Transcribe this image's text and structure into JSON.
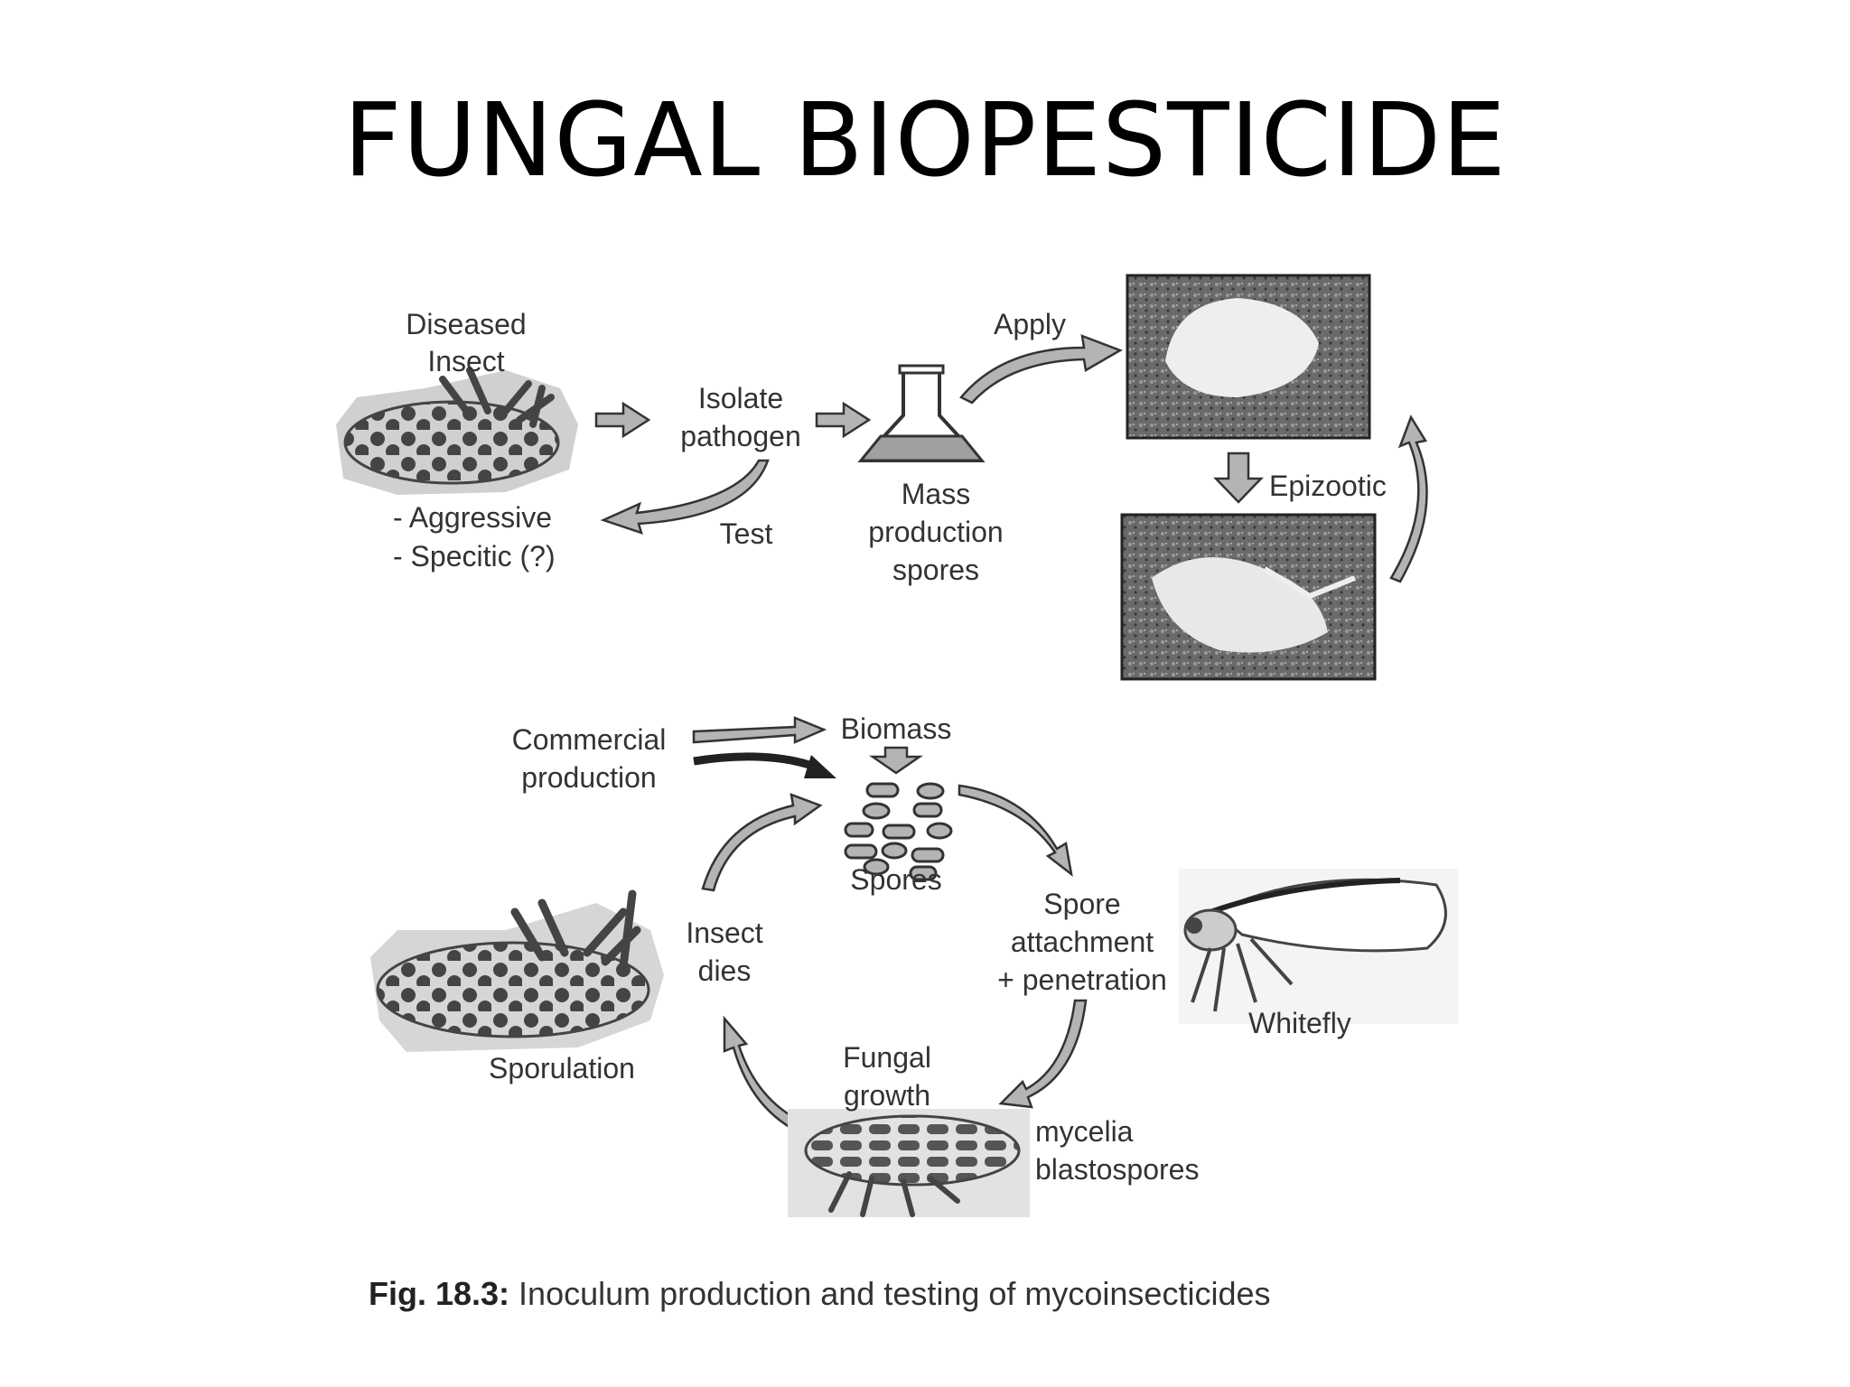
{
  "title": "FUNGAL BIOPESTICIDE",
  "labels": {
    "diseased_insect": [
      "Diseased",
      "Insect"
    ],
    "isolate_pathogen": [
      "Isolate",
      "pathogen"
    ],
    "apply": "Apply",
    "aggressive_specific": [
      "- Aggressive",
      "- Specitic (?)"
    ],
    "test": "Test",
    "mass_production": [
      "Mass",
      "production",
      "spores"
    ],
    "epizootic": "Epizootic",
    "commercial_production": [
      "Commercial",
      "production"
    ],
    "biomass": "Biomass",
    "spores": "Spores",
    "spore_attachment": [
      "Spore",
      "attachment",
      "+ penetration"
    ],
    "insect_dies": [
      "Insect",
      "dies"
    ],
    "whitefly": "Whitefly",
    "sporulation": "Sporulation",
    "fungal_growth": [
      "Fungal",
      "growth"
    ],
    "mycelia_blastospores": [
      "mycelia",
      "blastospores"
    ]
  },
  "caption": {
    "figure_label": "Fig. 18.3:",
    "text": " Inoculum production and testing of mycoinsecticides"
  },
  "colors": {
    "arrow_fill": "#b4b4b4",
    "arrow_stroke": "#333333",
    "photo_bg": "#555555",
    "text": "#333333"
  }
}
